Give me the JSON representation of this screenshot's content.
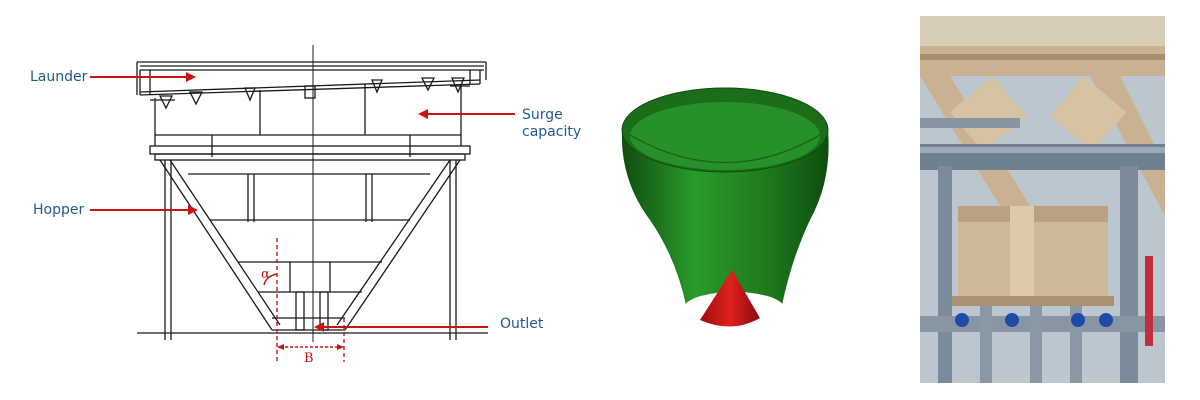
{
  "labels": {
    "launder": "Launder",
    "hopper": "Hopper",
    "surge_line1": "Surge",
    "surge_line2": "capacity",
    "outlet": "Outlet",
    "alpha": "α",
    "b": "B"
  },
  "colors": {
    "line": "#1a1a1a",
    "arrow": "#cc1111",
    "label": "#1f5a8c",
    "render_shell": "#1e7a1e",
    "render_shell_dark": "#0f4d0f",
    "render_cone": "#d41414",
    "photo_sky": "#c8d2dc",
    "photo_beam": "#c9b191",
    "photo_pipe": "#7b8b99"
  }
}
